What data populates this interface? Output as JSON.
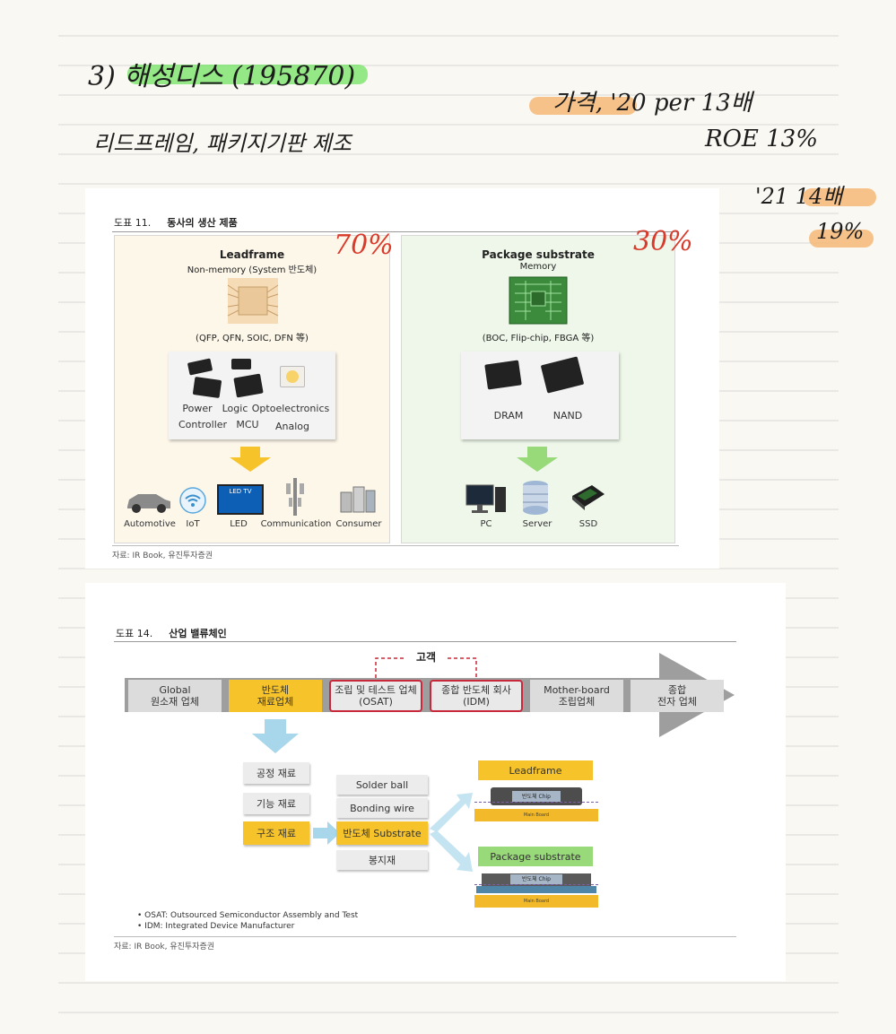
{
  "notes": {
    "title": "3) 해성디스 (195870)",
    "subtitle": "리드프레임, 패키지기판 제조",
    "valuation_line1": "가격, '20 per 13배",
    "valuation_line2": "ROE 13%",
    "valuation_line3": "'21 14배",
    "valuation_line4": "19%",
    "leadframe_share": "70%",
    "substrate_share": "30%"
  },
  "fig11": {
    "caption_num": "도표 11.",
    "caption_title": "동사의 생산 제품",
    "source": "자료: IR Book, 유진투자증권",
    "left": {
      "title": "Leadframe",
      "subtitle": "Non-memory (System 반도체)",
      "types": "(QFP, QFN, SOIC, DFN 等)",
      "products": [
        "Power",
        "Logic",
        "Optoelectronics",
        "Controller",
        "MCU",
        "Analog"
      ],
      "apps": [
        "Automotive",
        "IoT",
        "LED",
        "Communication",
        "Consumer"
      ],
      "led_tv_label": "LED TV"
    },
    "right": {
      "title": "Package substrate",
      "subtitle": "Memory",
      "types": "(BOC, Flip-chip, FBGA 等)",
      "products": [
        "DRAM",
        "NAND"
      ],
      "apps": [
        "PC",
        "Server",
        "SSD"
      ]
    }
  },
  "fig14": {
    "caption_num": "도표 14.",
    "caption_title": "산업 밸류체인",
    "customer": "고객",
    "chain": [
      {
        "line1": "Global",
        "line2": "원소재 업체"
      },
      {
        "line1": "반도체",
        "line2": "재료업체"
      },
      {
        "line1": "조립 및 테스트 업체",
        "line2": "(OSAT)"
      },
      {
        "line1": "종합 반도체 회사",
        "line2": "(IDM)"
      },
      {
        "line1": "Mother-board",
        "line2": "조립업체"
      },
      {
        "line1": "종합",
        "line2": "전자 업체"
      }
    ],
    "materials": [
      "공정 재료",
      "기능 재료",
      "구조 재료"
    ],
    "components": [
      "Solder ball",
      "Bonding wire",
      "반도체 Substrate",
      "봉지재"
    ],
    "lf_label": "Leadframe",
    "ps_label": "Package substrate",
    "chip_label": "반도체 Chip",
    "board_label": "Main Board",
    "footnotes": [
      "• OSAT: Outsourced Semiconductor Assembly and Test",
      "• IDM: Integrated Device Manufacturer"
    ],
    "source": "자료: IR Book, 유진투자증권"
  },
  "colors": {
    "highlight_green": "#7be36a",
    "highlight_orange": "#f4b878",
    "pen_red": "#d93a2b",
    "accent_yellow": "#f6c42a",
    "accent_red": "#c8283a"
  }
}
